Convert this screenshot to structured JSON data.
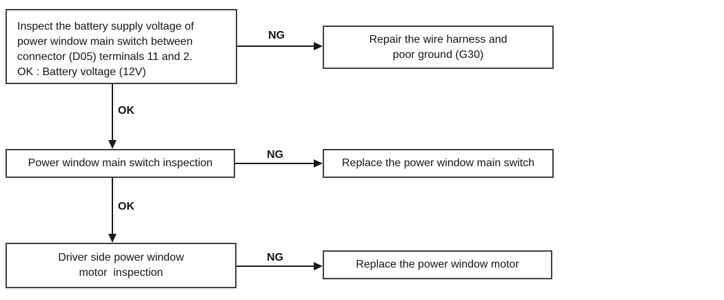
{
  "flowchart": {
    "nodes": {
      "inspect_voltage": {
        "line1": "Inspect the battery supply voltage of",
        "line2": "power window main switch between",
        "line3": "connector (D05) terminals 11 and 2.",
        "line4": "OK : Battery voltage (12V)"
      },
      "repair_harness": {
        "line1": "Repair the wire harness and",
        "line2": "poor ground (G30)"
      },
      "switch_inspection": {
        "line1": "Power window main switch inspection"
      },
      "replace_switch": {
        "line1": "Replace the power window main switch"
      },
      "motor_inspection": {
        "line1": "Driver side power window",
        "line2": "motor  inspection"
      },
      "replace_motor": {
        "line1": "Replace the power window motor"
      }
    },
    "edge_labels": {
      "ng1": "NG",
      "ok1": "OK",
      "ng2": "NG",
      "ok2": "OK",
      "ng3": "NG"
    },
    "colors": {
      "box_border": "#3f3f3f",
      "text": "#141414",
      "arrow": "#1a1a1a",
      "background": "#ffffff"
    }
  }
}
